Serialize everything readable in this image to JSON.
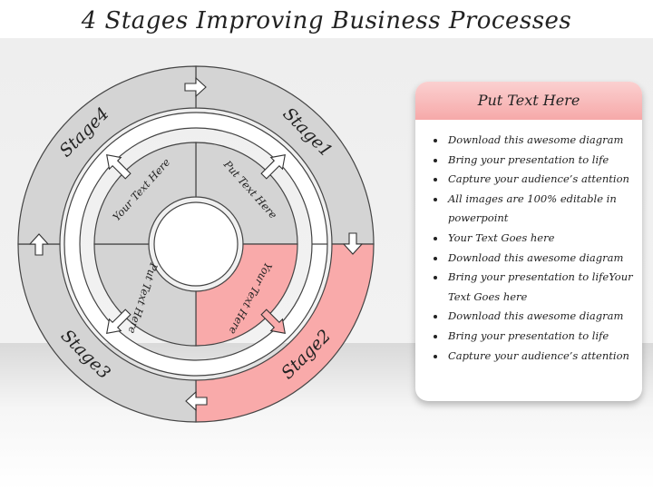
{
  "title": "4 Stages Improving Business Processes",
  "stages": [
    {
      "label": "Stage1"
    },
    {
      "label": "Stage2"
    },
    {
      "label": "Stage3"
    },
    {
      "label": "Stage4"
    }
  ],
  "inner_texts": [
    "Put Text Here",
    "Your Text Here",
    "Put Text Here",
    "Your Text Here"
  ],
  "highlight_color": "#f9aaaa",
  "base_color": "#d4d4d4",
  "panel": {
    "header": "Put Text Here",
    "bullets": [
      "Download this awesome diagram",
      "Bring your presentation to life",
      "Capture your audience’s attention",
      "All images are 100% editable in powerpoint",
      "Your Text Goes here",
      "Download this awesome diagram",
      "Bring your presentation to lifeYour Text Goes here",
      "Download this awesome diagram",
      "Bring your presentation to life",
      "Capture your audience’s attention"
    ]
  }
}
